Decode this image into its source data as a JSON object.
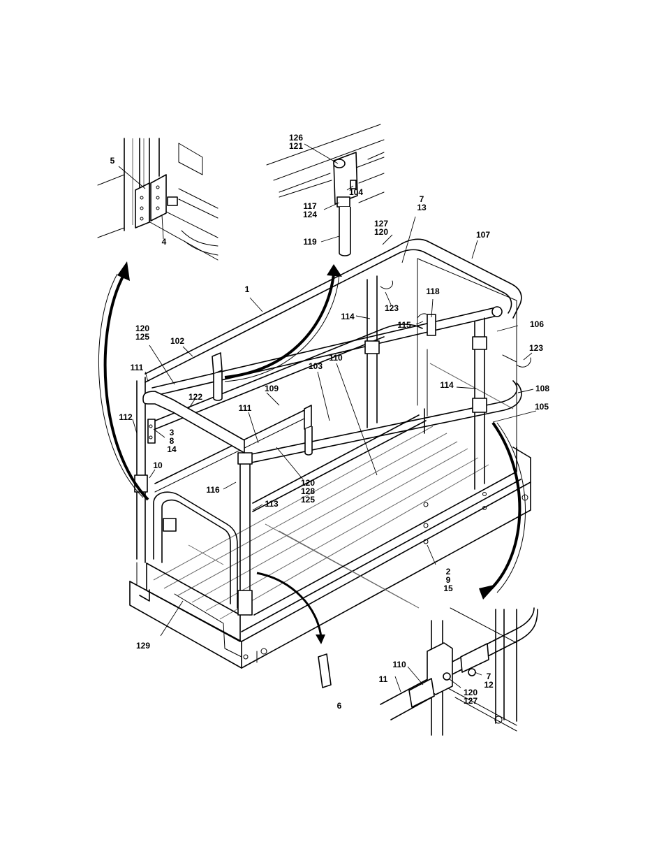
{
  "callouts": [
    {
      "id": "c-5",
      "lines": [
        "5"
      ]
    },
    {
      "id": "c-4",
      "lines": [
        "4"
      ]
    },
    {
      "id": "c-126-121",
      "lines": [
        "126",
        "121"
      ]
    },
    {
      "id": "c-104",
      "lines": [
        "104"
      ]
    },
    {
      "id": "c-117-124",
      "lines": [
        "117",
        "124"
      ]
    },
    {
      "id": "c-119",
      "lines": [
        "119"
      ]
    },
    {
      "id": "c-7-13",
      "lines": [
        "7",
        "13"
      ]
    },
    {
      "id": "c-127-120",
      "lines": [
        "127",
        "120"
      ]
    },
    {
      "id": "c-107",
      "lines": [
        "107"
      ]
    },
    {
      "id": "c-1",
      "lines": [
        "1"
      ]
    },
    {
      "id": "c-123-top",
      "lines": [
        "123"
      ]
    },
    {
      "id": "c-118",
      "lines": [
        "118"
      ]
    },
    {
      "id": "c-114-top",
      "lines": [
        "114"
      ]
    },
    {
      "id": "c-115",
      "lines": [
        "115"
      ]
    },
    {
      "id": "c-106",
      "lines": [
        "106"
      ]
    },
    {
      "id": "c-120-125",
      "lines": [
        "120",
        "125"
      ]
    },
    {
      "id": "c-102",
      "lines": [
        "102"
      ]
    },
    {
      "id": "c-123-right",
      "lines": [
        "123"
      ]
    },
    {
      "id": "c-110-main",
      "lines": [
        "110"
      ]
    },
    {
      "id": "c-111-left",
      "lines": [
        "111"
      ]
    },
    {
      "id": "c-103",
      "lines": [
        "103"
      ]
    },
    {
      "id": "c-114-mid",
      "lines": [
        "114"
      ]
    },
    {
      "id": "c-108",
      "lines": [
        "108"
      ]
    },
    {
      "id": "c-109",
      "lines": [
        "109"
      ]
    },
    {
      "id": "c-122",
      "lines": [
        "122"
      ]
    },
    {
      "id": "c-105",
      "lines": [
        "105"
      ]
    },
    {
      "id": "c-112",
      "lines": [
        "112"
      ]
    },
    {
      "id": "c-111-mid",
      "lines": [
        "111"
      ]
    },
    {
      "id": "c-3-8-14",
      "lines": [
        "3",
        "8",
        "14"
      ]
    },
    {
      "id": "c-10",
      "lines": [
        "10"
      ]
    },
    {
      "id": "c-120-128-125",
      "lines": [
        "120",
        "128",
        "125"
      ]
    },
    {
      "id": "c-116",
      "lines": [
        "116"
      ]
    },
    {
      "id": "c-113",
      "lines": [
        "113"
      ]
    },
    {
      "id": "c-2-9-15",
      "lines": [
        "2",
        "9",
        "15"
      ]
    },
    {
      "id": "c-129",
      "lines": [
        "129"
      ]
    },
    {
      "id": "c-6",
      "lines": [
        "6"
      ]
    },
    {
      "id": "c-110-detail",
      "lines": [
        "110"
      ]
    },
    {
      "id": "c-11",
      "lines": [
        "11"
      ]
    },
    {
      "id": "c-7-12",
      "lines": [
        "7",
        "12"
      ]
    },
    {
      "id": "c-120-127",
      "lines": [
        "120",
        "127"
      ]
    }
  ]
}
